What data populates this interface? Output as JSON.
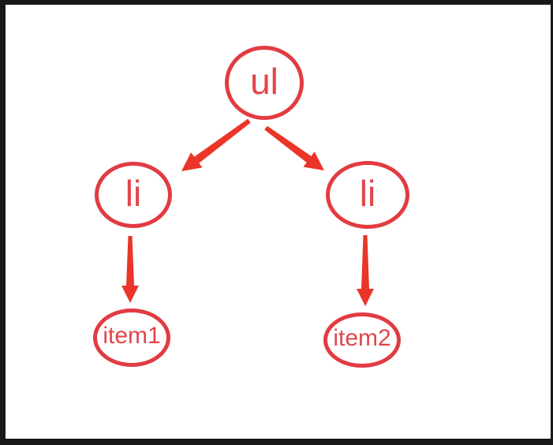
{
  "diagram": {
    "description": "Tree diagram of an HTML unordered list structure drawn with red outlined ellipses and red arrows on a white canvas with a dark frame",
    "nodes": [
      {
        "id": "ul",
        "label": "ul",
        "level": 0
      },
      {
        "id": "li-left",
        "label": "li",
        "level": 1
      },
      {
        "id": "li-right",
        "label": "li",
        "level": 1
      },
      {
        "id": "item1",
        "label": "item1",
        "level": 2
      },
      {
        "id": "item2",
        "label": "item2",
        "level": 2
      }
    ],
    "edges": [
      {
        "from": "ul",
        "to": "li-left"
      },
      {
        "from": "ul",
        "to": "li-right"
      },
      {
        "from": "li-left",
        "to": "item1"
      },
      {
        "from": "li-right",
        "to": "item2"
      }
    ],
    "colors": {
      "frame": "#181818",
      "canvas": "#ffffff",
      "node_stroke": "#e23b42",
      "node_text": "#e2454b",
      "arrow": "#ea3528"
    }
  }
}
